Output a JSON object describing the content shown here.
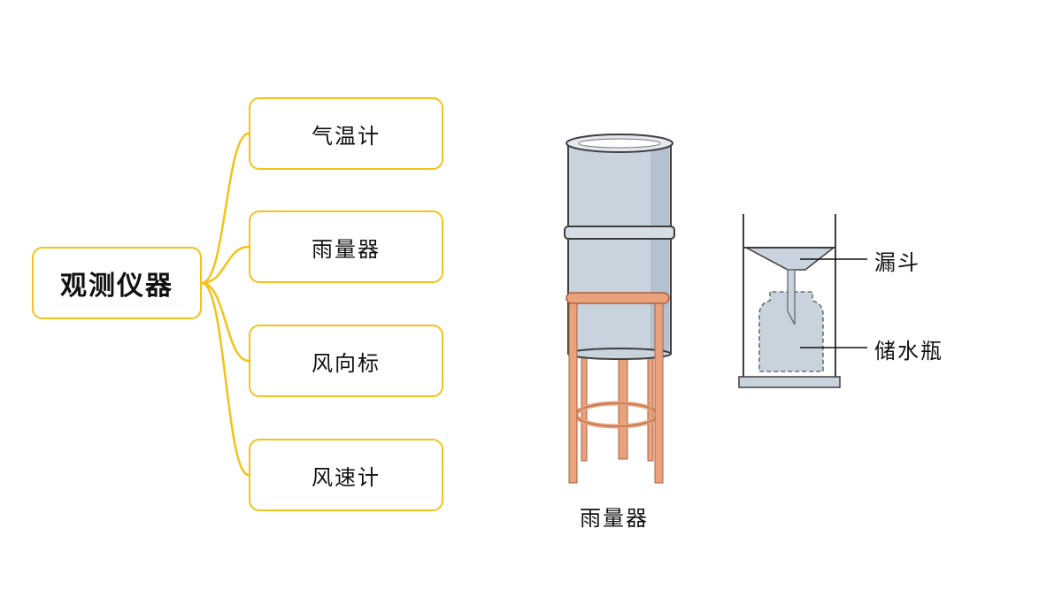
{
  "mindmap": {
    "root": "观测仪器",
    "children": [
      "气温计",
      "雨量器",
      "风向标",
      "风速计"
    ]
  },
  "illustration": {
    "caption": "雨量器",
    "labels": {
      "funnel": "漏斗",
      "bottle": "储水瓶"
    }
  },
  "colors": {
    "branch": "#f2c318",
    "cylinder_fill": "#c8d3de",
    "cylinder_stroke": "#3d3d3d",
    "stand": "#e9a27c"
  }
}
